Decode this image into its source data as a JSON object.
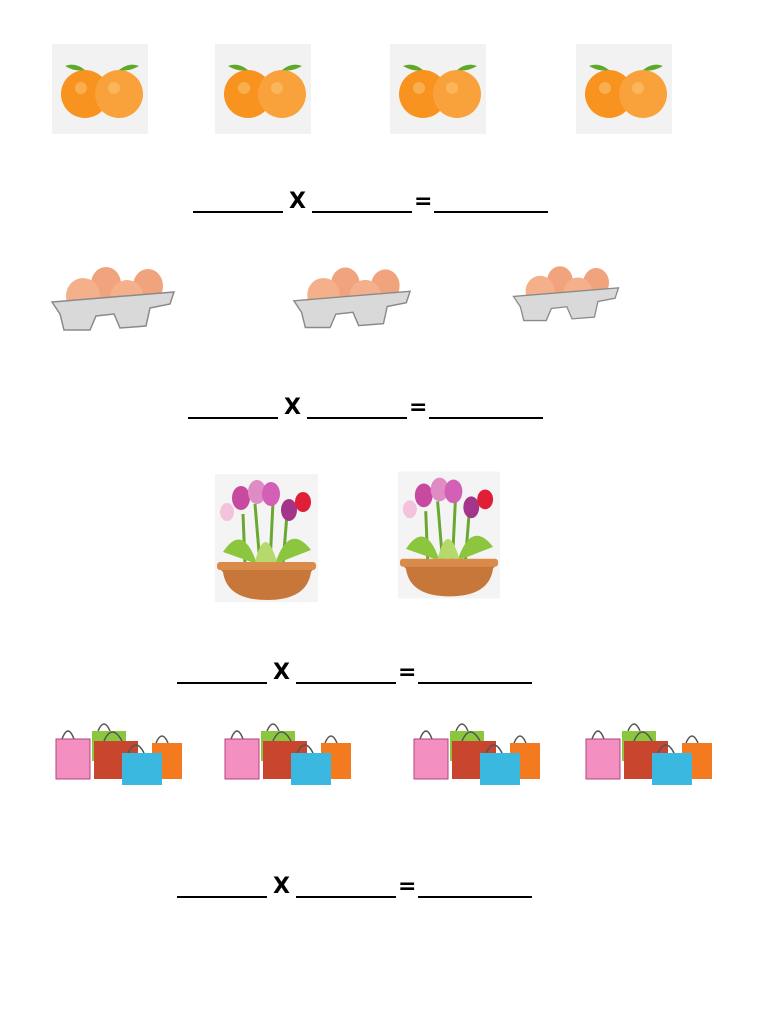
{
  "worksheet": {
    "rows": [
      {
        "group_item": "orange-pair",
        "group_count": 4
      },
      {
        "group_item": "egg-carton",
        "group_count": 3
      },
      {
        "group_item": "tulip-pot",
        "group_count": 2
      },
      {
        "group_item": "shopping-bags",
        "group_count": 4
      }
    ],
    "equation": {
      "times_sign": "X",
      "equals_sign": "="
    }
  },
  "colors": {
    "orange": "#f7931e",
    "egg": "#f4b08a",
    "carton": "#d9d9d9",
    "pot": "#c8773a",
    "tulip_pink": "#d35fb7",
    "leaf": "#7cc242"
  }
}
